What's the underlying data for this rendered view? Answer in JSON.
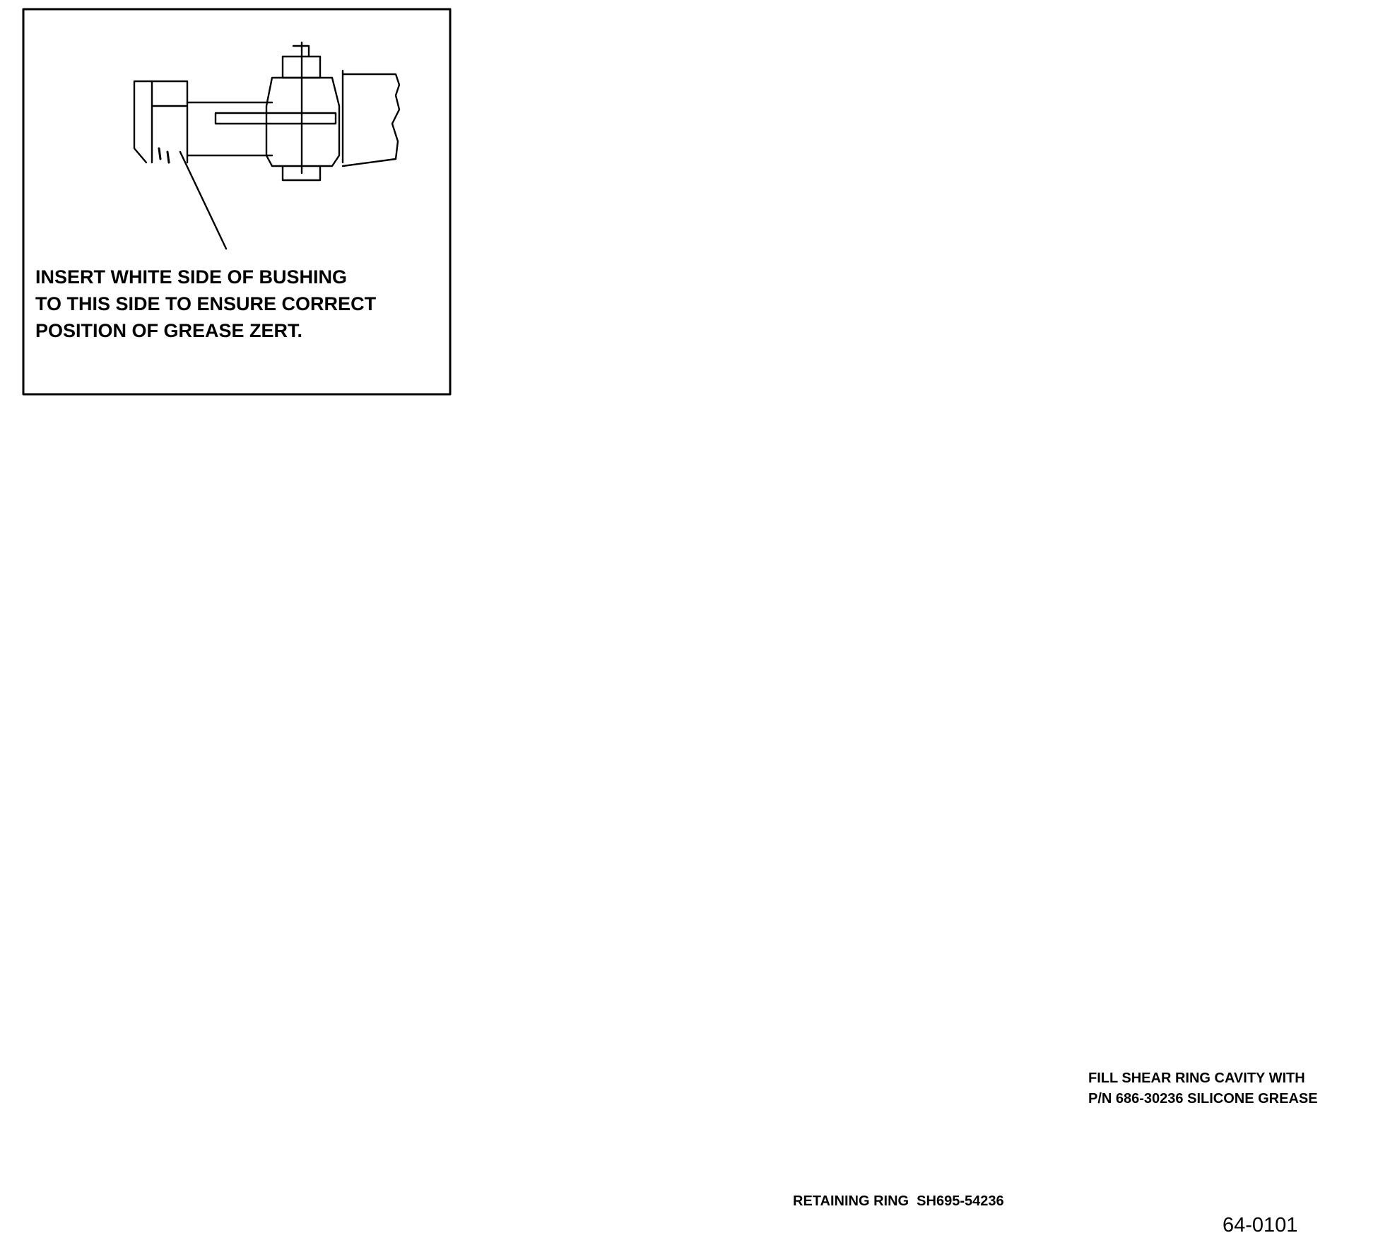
{
  "notes": {
    "bushing": [
      "INSERT WHITE SIDE OF BUSHING",
      "TO THIS SIDE TO ENSURE CORRECT",
      "POSITION OF GREASE ZERT."
    ],
    "shear_ring": [
      "FILL SHEAR RING CAVITY WITH",
      "P/N 686-30236 SILICONE GREASE"
    ],
    "retaining_ring": "RETAINING RING  SH695-54236"
  },
  "drawing_number": "64-0101"
}
